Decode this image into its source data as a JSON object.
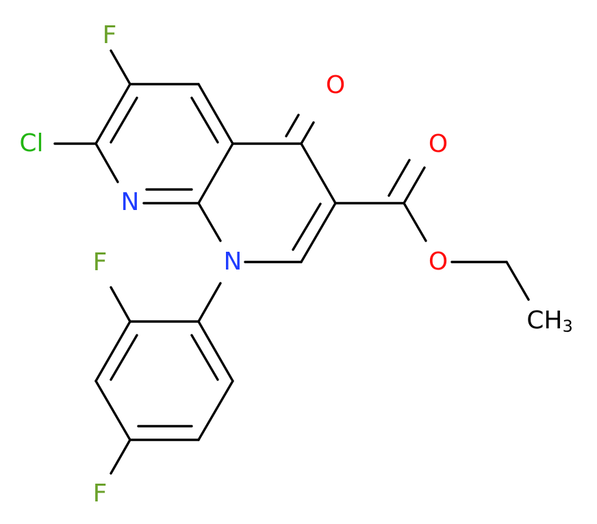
{
  "colors": {
    "bond": "#000000",
    "F": "#6aa12a",
    "Cl": "#22b512",
    "N": "#1e3cff",
    "O": "#ff0d0d",
    "C": "#000000"
  },
  "atoms": {
    "F1": {
      "element": "F",
      "text": "F"
    },
    "Cl": {
      "element": "Cl",
      "text": "Cl"
    },
    "N8": {
      "element": "N",
      "text": "N"
    },
    "N1": {
      "element": "N",
      "text": "N"
    },
    "O4": {
      "element": "O",
      "text": "O"
    },
    "O_carbonyl": {
      "element": "O",
      "text": "O"
    },
    "O_ester": {
      "element": "O",
      "text": "O"
    },
    "F_ortho": {
      "element": "F",
      "text": "F"
    },
    "F_para": {
      "element": "F",
      "text": "F"
    },
    "CH3": {
      "element": "C",
      "text": "CH",
      "subscript": "3"
    }
  }
}
